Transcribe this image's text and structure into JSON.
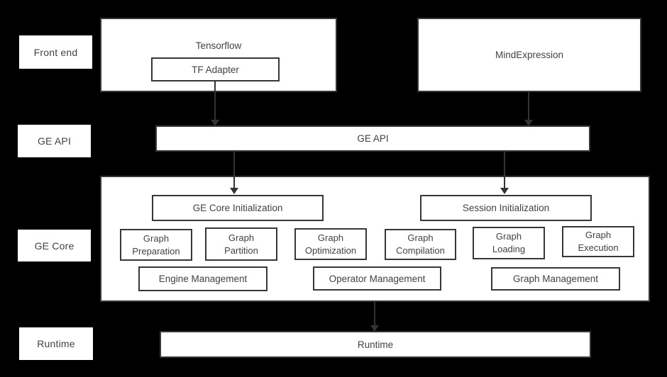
{
  "side_labels": [
    {
      "label": "Front end"
    },
    {
      "label": "GE API"
    },
    {
      "label": "GE Core"
    },
    {
      "label": "Runtime"
    }
  ],
  "front_end": {
    "tensorflow_title": "Tensorflow",
    "tf_adapter_label": "TF Adapter",
    "mindexpression_title": "MindExpression"
  },
  "ge_api_bar": {
    "label": "GE API"
  },
  "ge_core": {
    "init_boxes": [
      {
        "label": "GE Core Initialization"
      },
      {
        "label": "Session Initialization"
      }
    ],
    "modules": [
      {
        "label": "Graph\nPreparation"
      },
      {
        "label": "Graph\nPartition"
      },
      {
        "label": "Graph\nOptimization"
      },
      {
        "label": "Graph\nCompilation"
      },
      {
        "label": "Graph\nLoading"
      },
      {
        "label": "Graph\nExecution"
      }
    ],
    "management_boxes": [
      {
        "label": "Engine Management"
      },
      {
        "label": "Operator Management"
      },
      {
        "label": "Graph Management"
      }
    ]
  },
  "runtime_bar": {
    "label": "Runtime"
  },
  "colors": {
    "background": "#000000",
    "box_fill": "#ffffff",
    "box_border": "#373737",
    "text": "#424242",
    "arrow": "#333333"
  }
}
